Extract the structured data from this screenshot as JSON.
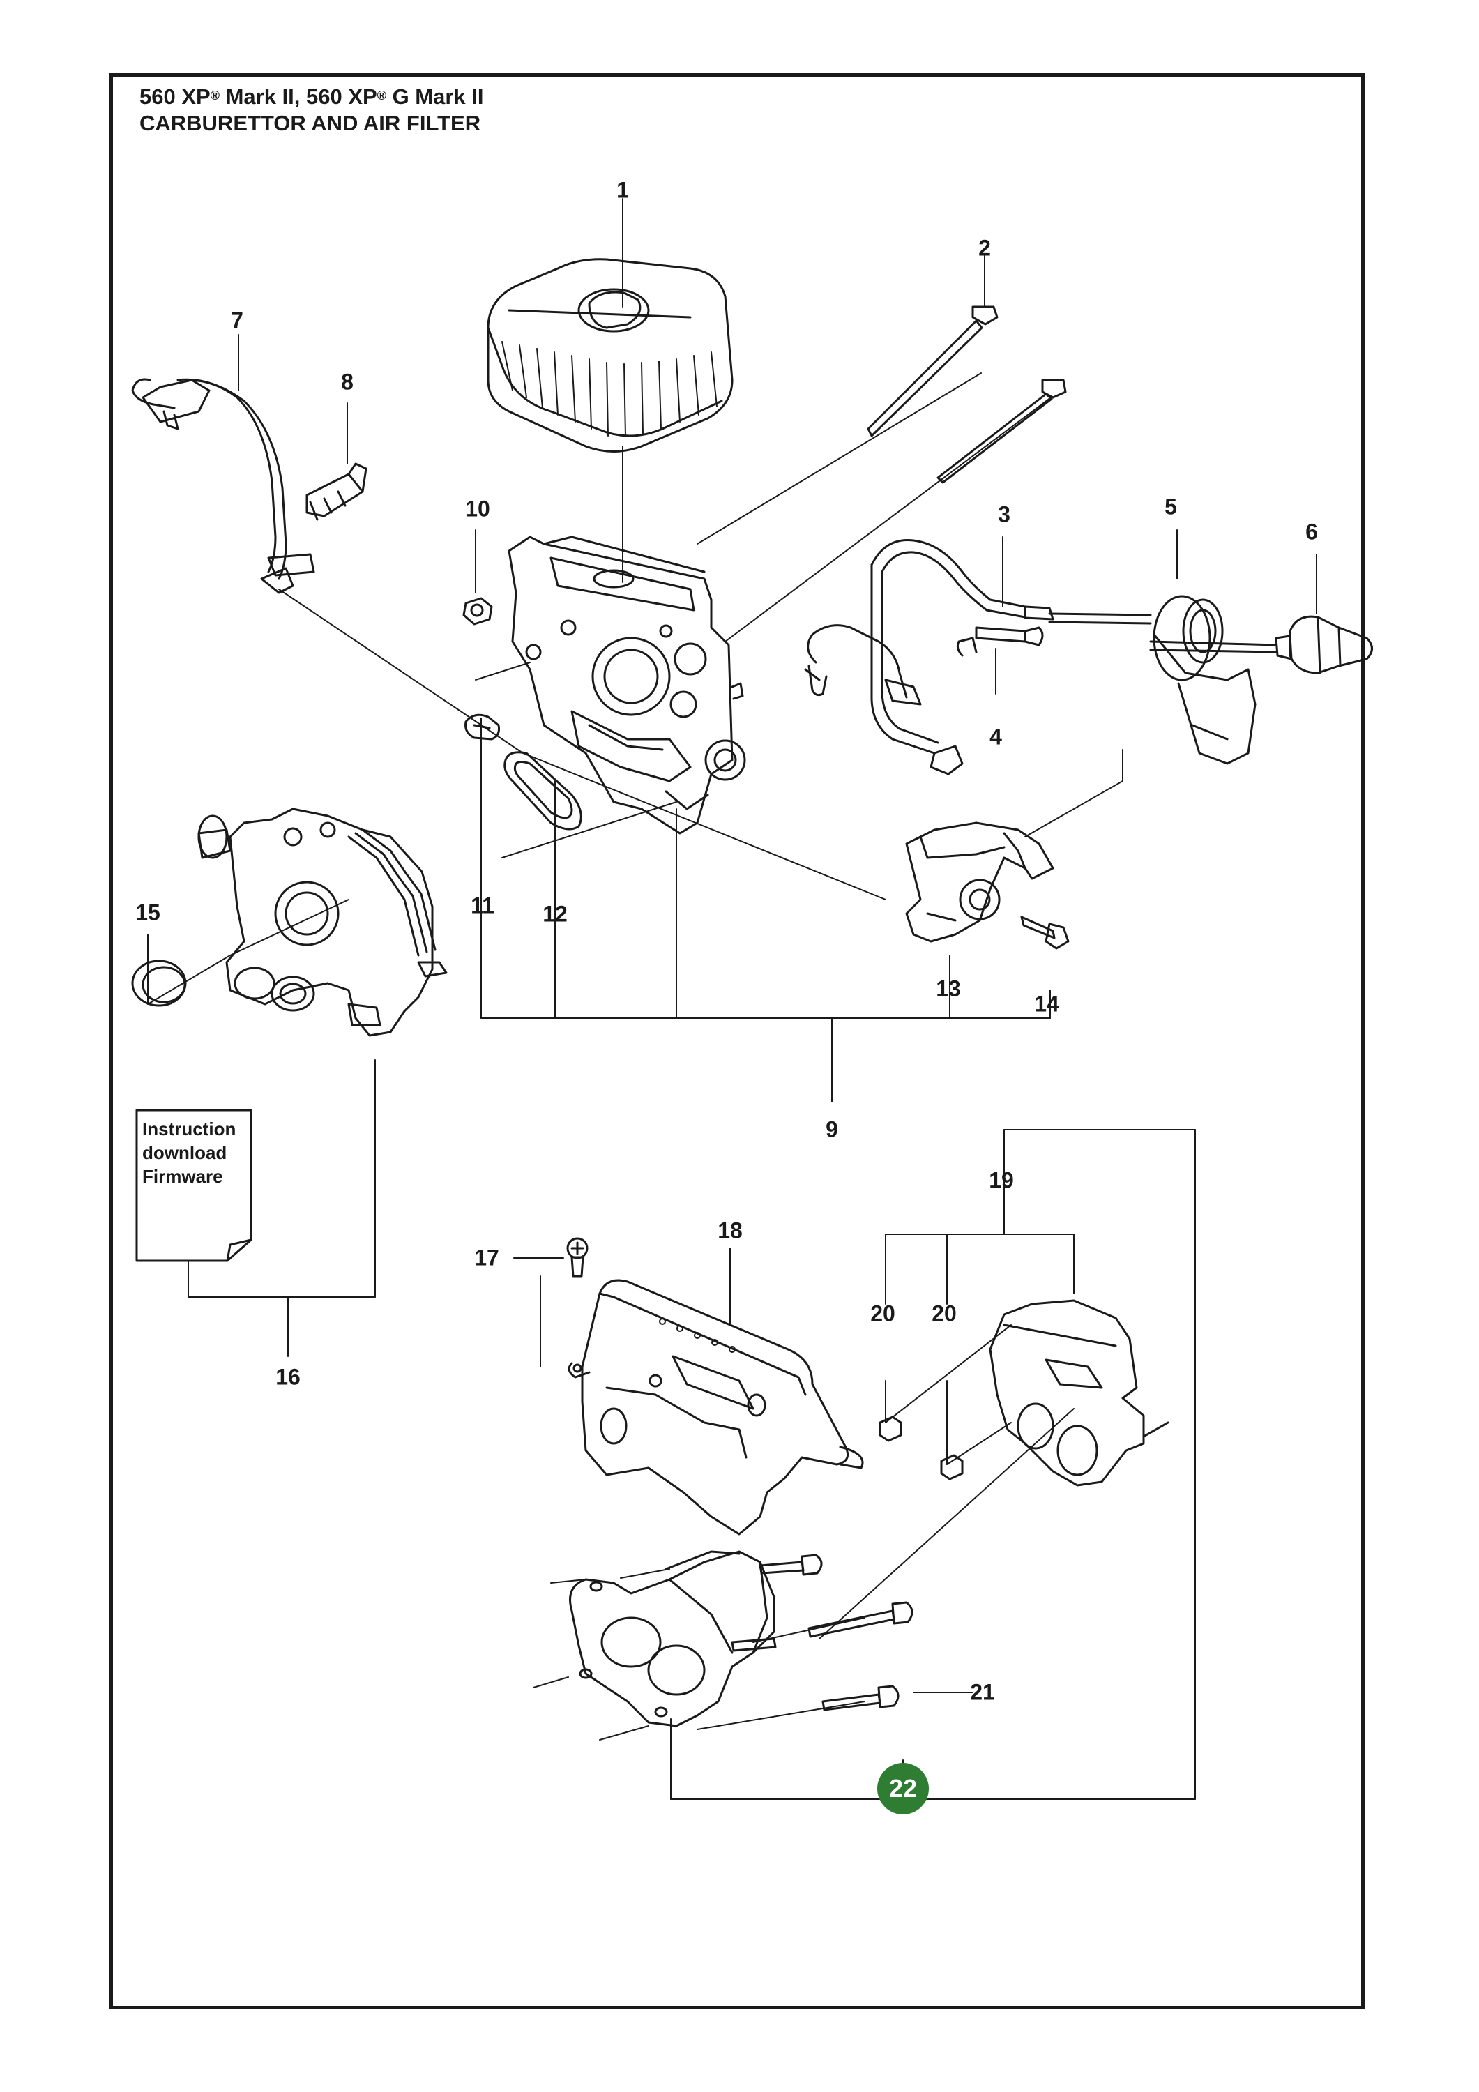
{
  "header": {
    "model_line_parts": [
      "560 XP",
      "®",
      " Mark II, 560 XP",
      "®",
      " G Mark II"
    ],
    "section_title": "CARBURETTOR AND AIR FILTER"
  },
  "callouts": [
    "1",
    "2",
    "3",
    "4",
    "5",
    "6",
    "7",
    "8",
    "9",
    "10",
    "11",
    "12",
    "13",
    "14",
    "15",
    "16",
    "17",
    "18",
    "19",
    "20",
    "20",
    "21"
  ],
  "note": {
    "lines": [
      "Instruction",
      "download",
      "Firmware"
    ]
  },
  "badge": {
    "label": "22",
    "color": "#2e7d32"
  }
}
